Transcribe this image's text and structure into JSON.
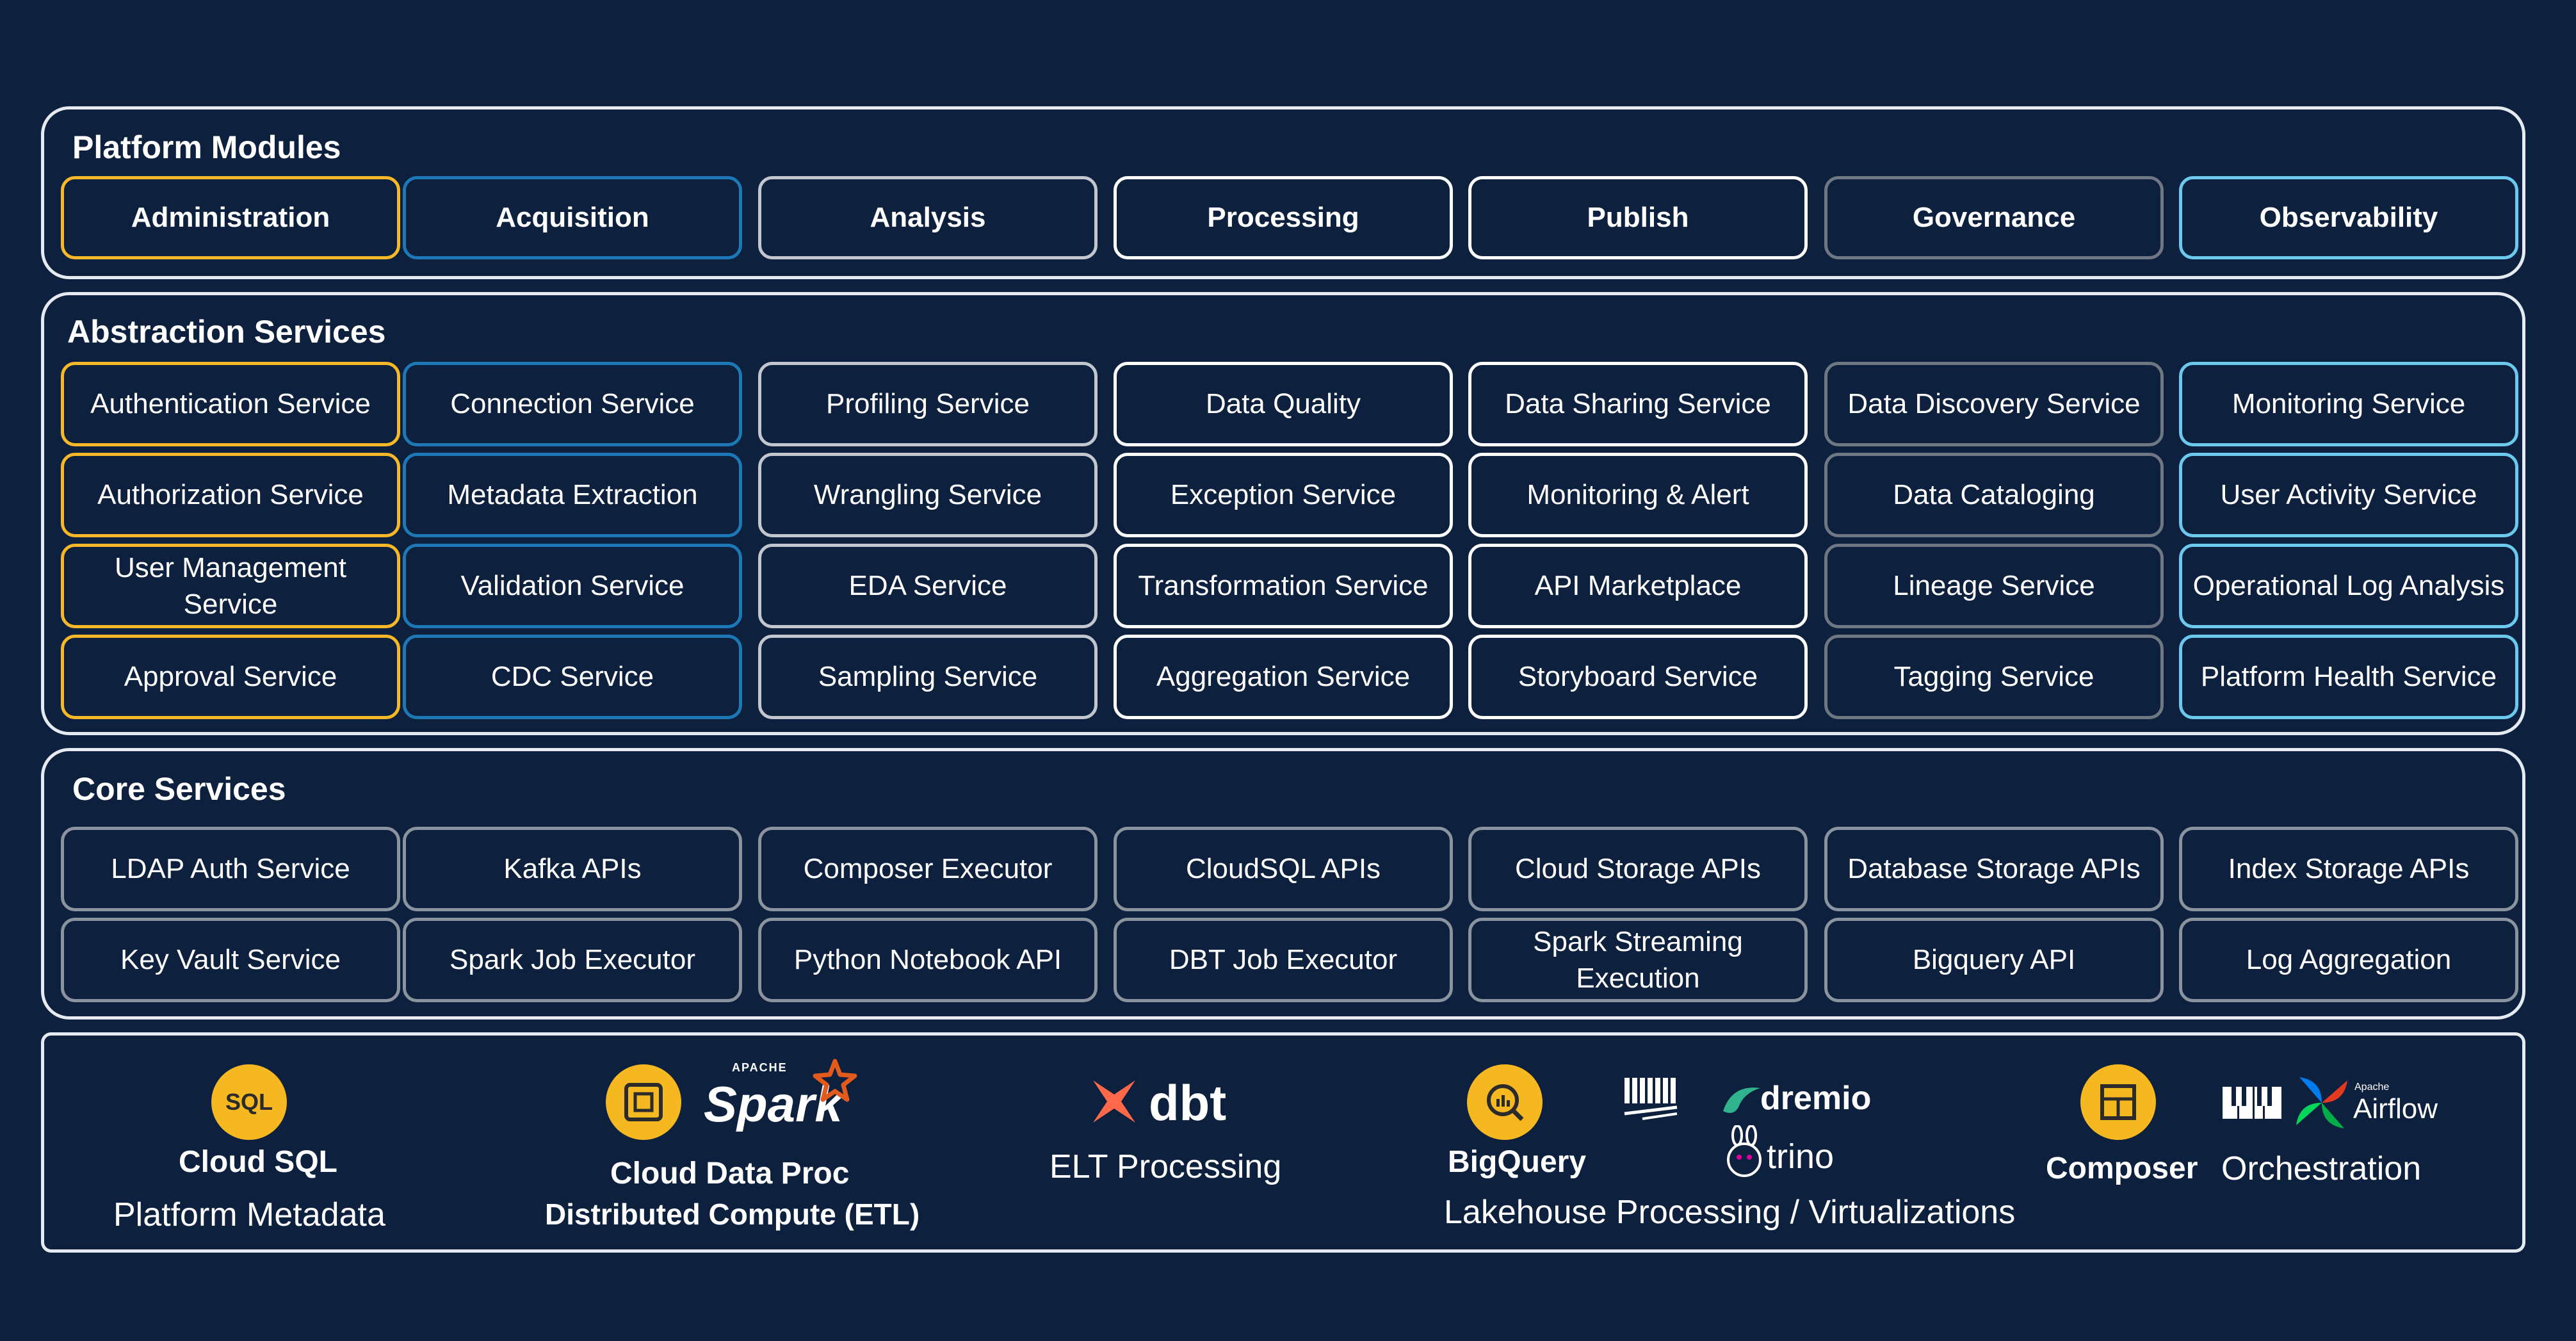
{
  "sections": {
    "modules": "Platform Modules",
    "abstraction": "Abstraction Services",
    "core": "Core Services"
  },
  "modules": [
    "Administration",
    "Acquisition",
    "Analysis",
    "Processing",
    "Publish",
    "Governance",
    "Observability"
  ],
  "abstraction": [
    [
      "Authentication Service",
      "Connection Service",
      "Profiling Service",
      "Data Quality",
      "Data Sharing Service",
      "Data Discovery Service",
      "Monitoring Service"
    ],
    [
      "Authorization Service",
      "Metadata Extraction",
      "Wrangling Service",
      "Exception Service",
      "Monitoring & Alert",
      "Data Cataloging",
      "User Activity Service"
    ],
    [
      "User Management Service",
      "Validation Service",
      "EDA Service",
      "Transformation Service",
      "API Marketplace",
      "Lineage Service",
      "Operational Log Analysis"
    ],
    [
      "Approval Service",
      "CDC Service",
      "Sampling Service",
      "Aggregation Service",
      "Storyboard Service",
      "Tagging Service",
      "Platform Health Service"
    ]
  ],
  "core": [
    [
      "LDAP Auth Service",
      "Kafka APIs",
      "Composer Executor",
      "CloudSQL APIs",
      "Cloud Storage APIs",
      "Database Storage APIs",
      "Index Storage APIs"
    ],
    [
      "Key Vault Service",
      "Spark Job Executor",
      "Python Notebook API",
      "DBT Job Executor",
      "Spark Streaming Execution",
      "Bigquery API",
      "Log Aggregation"
    ]
  ],
  "column_colors": [
    "#f6b829",
    "#1d78b6",
    "#c2c7cf",
    "#ffffff",
    "#ffffff",
    "#6e7782",
    "#6cc9ee"
  ],
  "tech": {
    "cloudsql": {
      "logo": "SQL",
      "name": "Cloud SQL",
      "caption": "Platform Metadata"
    },
    "dataproc": {
      "spark_small": "APACHE",
      "spark": "Spark",
      "name": "Cloud Data Proc",
      "caption": "Distributed Compute (ETL)"
    },
    "dbt": {
      "name": "dbt",
      "caption": "ELT Processing"
    },
    "bigquery": {
      "name": "BigQuery",
      "dremio": "dremio",
      "trino": "trino",
      "caption": "Lakehouse Processing / Virtualizations"
    },
    "composer": {
      "name": "Composer",
      "airflow_small": "Apache",
      "airflow": "Airflow",
      "caption": "Orchestration"
    }
  },
  "icons": [
    "sql-database-icon",
    "dataproc-icon",
    "spark-logo-icon",
    "dbt-logo-icon",
    "bigquery-icon",
    "presto-logo-icon",
    "dremio-logo-icon",
    "trino-logo-icon",
    "composer-icon",
    "piano-logo-icon",
    "airflow-logo-icon"
  ]
}
